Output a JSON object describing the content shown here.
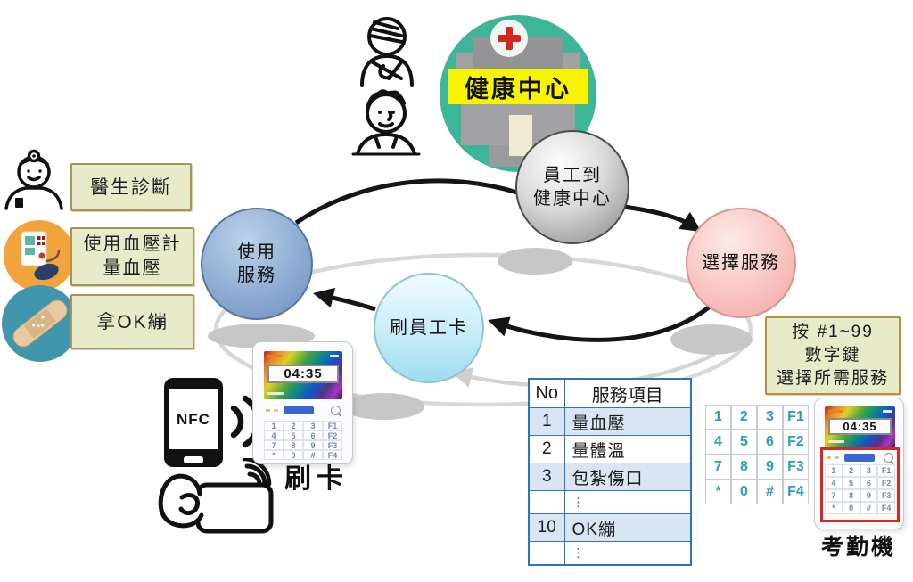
{
  "health_center": {
    "label": "健康中心"
  },
  "flow": {
    "steps": [
      {
        "name": "employee-arrives",
        "lines": [
          "員工到",
          "健康中心"
        ]
      },
      {
        "name": "select-service",
        "lines": [
          "選擇服務"
        ]
      },
      {
        "name": "swipe-card",
        "lines": [
          "刷員工卡"
        ]
      },
      {
        "name": "use-service",
        "lines": [
          "使用",
          "服務"
        ]
      }
    ]
  },
  "services_left": [
    {
      "icon": "doctor-icon",
      "lines": [
        "醫生診斷"
      ]
    },
    {
      "icon": "blood-pressure-icon",
      "lines": [
        "使用血壓計",
        "量血壓"
      ]
    },
    {
      "icon": "bandaid-icon",
      "lines": [
        "拿OK繃"
      ]
    }
  ],
  "instruction_box": {
    "lines": [
      "按 #1~99",
      "數字鍵",
      "選擇所需服務"
    ]
  },
  "phone": {
    "label": "NFC"
  },
  "captions": {
    "swipe": "刷卡",
    "attendance": "考勤機"
  },
  "device": {
    "time": "04:35",
    "keypad_rows": [
      [
        "1",
        "2",
        "3",
        "F1"
      ],
      [
        "4",
        "5",
        "6",
        "F2"
      ],
      [
        "7",
        "8",
        "9",
        "F3"
      ],
      [
        "*",
        "0",
        "#",
        "F4"
      ]
    ]
  },
  "service_table": {
    "headers": [
      "No",
      "服務項目"
    ],
    "rows": [
      [
        "1",
        "量血壓"
      ],
      [
        "2",
        "量體溫"
      ],
      [
        "3",
        "包紮傷口"
      ],
      [
        "",
        "⋮"
      ],
      [
        "10",
        "OK繃"
      ],
      [
        "",
        "⋮"
      ]
    ]
  },
  "colors": {
    "health_center_green": "#3db598",
    "banner_yellow": "#f8f400",
    "cross_red": "#d6281e",
    "node_gray": "#9b9b9b",
    "node_pink": "#f2a6a3",
    "node_cyan": "#9fdcf0",
    "node_blue": "#6e90bd",
    "label_box_fill": "#e7ebc9",
    "label_box_border": "#ab9355",
    "table_border_blue": "#2e75b6",
    "table_band_blue": "#d9e5f3",
    "keypad_teal": "#2aa0b5",
    "highlight_red": "#d42a22"
  }
}
